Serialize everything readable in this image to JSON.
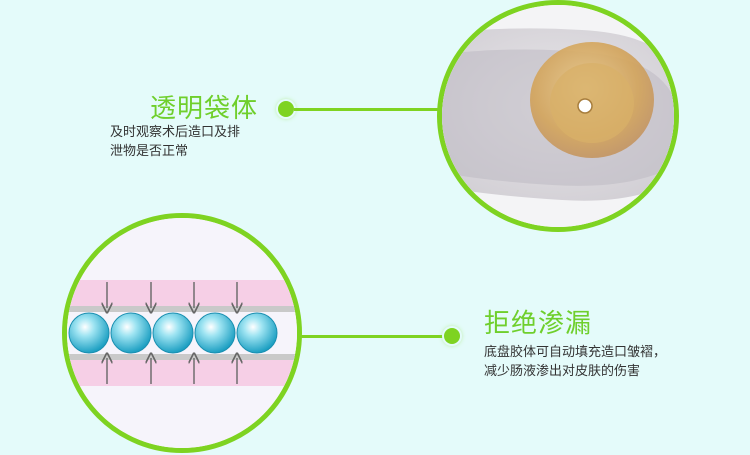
{
  "features": [
    {
      "title": "透明袋体",
      "description_lines": [
        "及时观察术后造口及排",
        "泄物是否正常"
      ],
      "icon": "transparent-pouch-photo"
    },
    {
      "title": "拒绝渗漏",
      "description_lines": [
        "底盘胶体可自动填充造口皱褶，",
        "减少肠液渗出对皮肤的伤害"
      ],
      "icon": "leak-proof-diagram"
    }
  ],
  "colors": {
    "accent_green": "#7ed321",
    "background": "#e4fbfa",
    "text": "#333333"
  }
}
